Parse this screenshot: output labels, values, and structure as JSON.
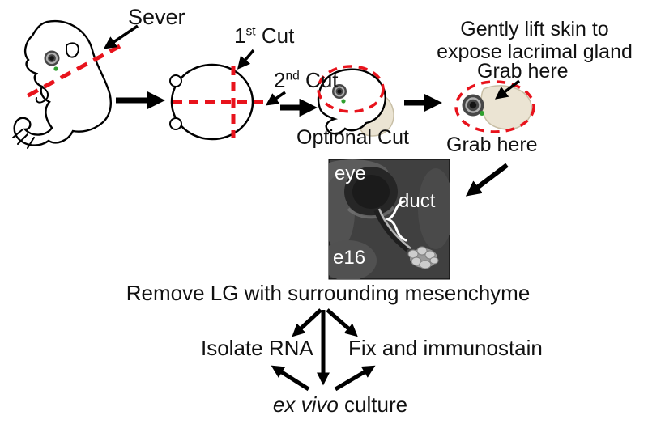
{
  "figure": {
    "description_domain": "lacrimal-gland-dissection-protocol"
  },
  "colors": {
    "cut_line": "#e8131c",
    "arrow": "#000000",
    "photo_label": "#ffffff",
    "gland_marker": "#2fa02f",
    "skin_flap": "#ebe4d3"
  },
  "steps": {
    "sever_label": "Sever",
    "first_cut": {
      "num": "1",
      "sup": "st",
      "word": " Cut"
    },
    "second_cut": {
      "num": "2",
      "sup": "nd",
      "word": " Cut"
    },
    "optional_cut": "Optional Cut",
    "lift_skin_line1": "Gently lift skin to",
    "lift_skin_line2": "expose lacrimal gland",
    "grab_here_top": "Grab here",
    "grab_here_bottom": "Grab here"
  },
  "photo": {
    "eye_label": "eye",
    "duct_label": "duct",
    "stage_label": "e16"
  },
  "flow": {
    "remove_lg": "Remove LG with surrounding mesenchyme",
    "isolate_rna": "Isolate RNA",
    "fix_immunostain": "Fix and immunostain",
    "ex_vivo": "ex vivo",
    "culture": " culture"
  }
}
